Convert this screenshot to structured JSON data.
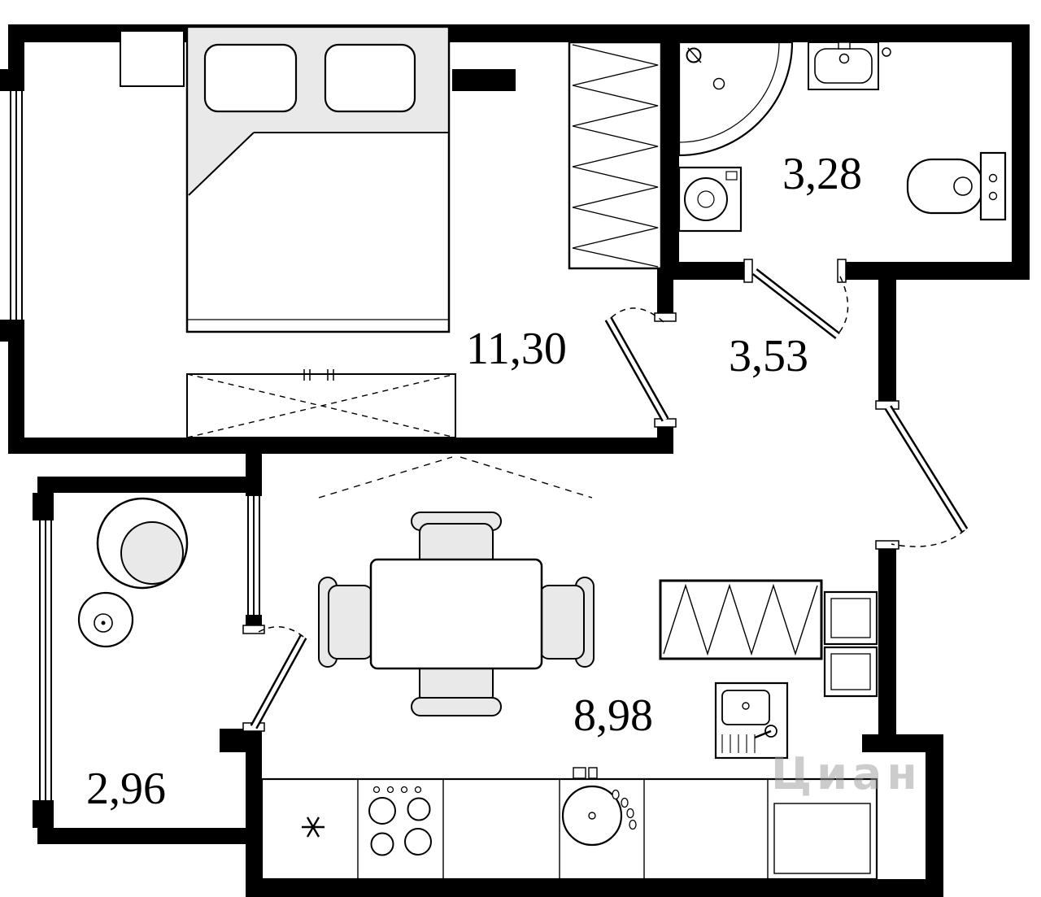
{
  "floorplan": {
    "rooms": {
      "bedroom": {
        "area": "11,30"
      },
      "bathroom": {
        "area": "3,28"
      },
      "hallway": {
        "area": "3,53"
      },
      "kitchen_living": {
        "area": "8,98"
      },
      "balcony": {
        "area": "2,96"
      }
    },
    "watermark": "Циан",
    "colors": {
      "wall": "#000000",
      "furniture_fill": "#e9e9e9",
      "watermark": "#9a9a9a"
    }
  }
}
